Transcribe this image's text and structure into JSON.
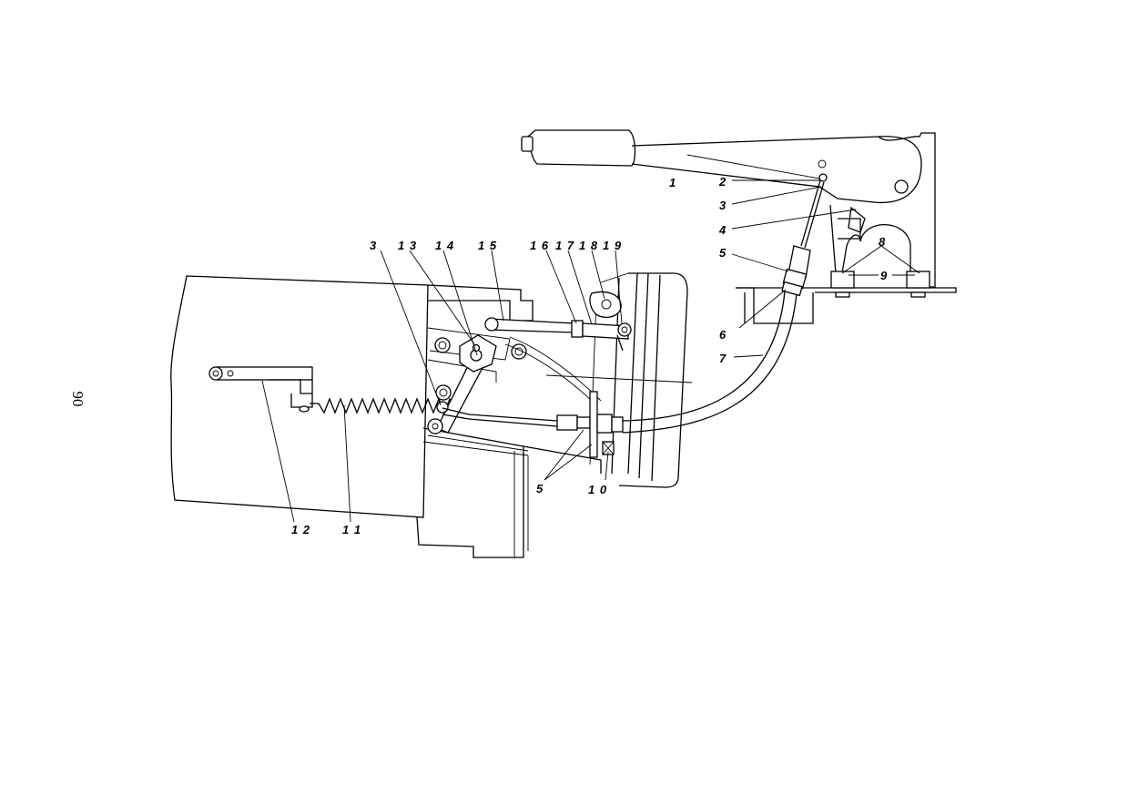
{
  "page": {
    "number": "90"
  },
  "colors": {
    "ink": "#000000",
    "paper": "#ffffff"
  },
  "callouts": [
    {
      "id": "c1",
      "label": "1"
    },
    {
      "id": "c2",
      "label": "2"
    },
    {
      "id": "c3a",
      "label": "3"
    },
    {
      "id": "c4",
      "label": "4"
    },
    {
      "id": "c5a",
      "label": "5"
    },
    {
      "id": "c6",
      "label": "6"
    },
    {
      "id": "c7",
      "label": "7"
    },
    {
      "id": "c8",
      "label": "8"
    },
    {
      "id": "c9",
      "label": "9"
    },
    {
      "id": "c3b",
      "label": "3"
    },
    {
      "id": "c13",
      "label": "1 3"
    },
    {
      "id": "c14",
      "label": "1 4"
    },
    {
      "id": "c15",
      "label": "1 5"
    },
    {
      "id": "c16",
      "label": "1 6"
    },
    {
      "id": "c17",
      "label": "1 7"
    },
    {
      "id": "c18",
      "label": "1 8"
    },
    {
      "id": "c19",
      "label": "1 9"
    },
    {
      "id": "c5b",
      "label": "5"
    },
    {
      "id": "c10",
      "label": "1 0"
    },
    {
      "id": "c11",
      "label": "1 1"
    },
    {
      "id": "c12",
      "label": "1 2"
    }
  ]
}
